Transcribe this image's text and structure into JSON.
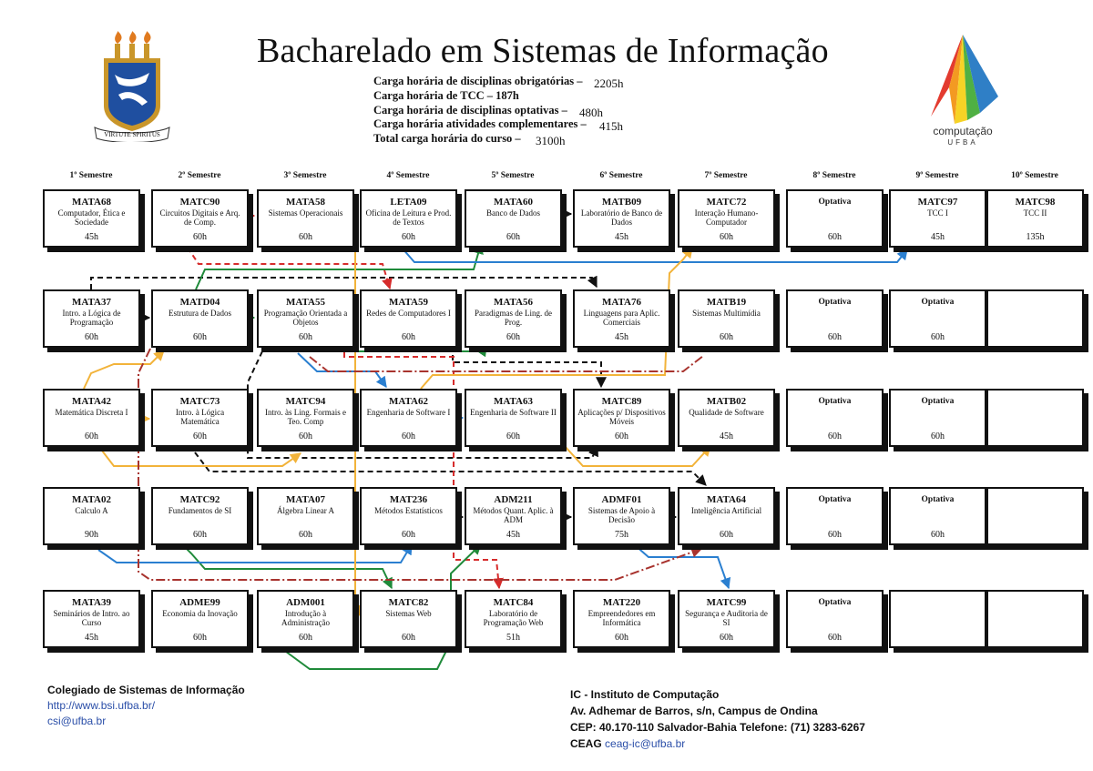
{
  "header": {
    "title": "Bacharelado em Sistemas de Informação",
    "hours": [
      {
        "label": "Carga horária de disciplinas obrigatórias –",
        "value": "2205h"
      },
      {
        "label": "Carga horária de TCC – 187h",
        "value": ""
      },
      {
        "label": "Carga horária de disciplinas optativas –",
        "value": "480h"
      },
      {
        "label": "Carga horária atividades complementares –",
        "value": "415h"
      },
      {
        "label": "Total carga horária do curso –",
        "value": "3100h"
      }
    ]
  },
  "logos": {
    "ufba_motto": "VIRTUTE SPIRITUS",
    "ic_name": "computação",
    "ic_sub": "UFBA"
  },
  "semesters": [
    "1º Semestre",
    "2º Semestre",
    "3º Semestre",
    "4º Semestre",
    "5º Semestre",
    "6º Semestre",
    "7º Semestre",
    "8º Semestre",
    "9º Semestre",
    "10º Semestre"
  ],
  "courses": [
    {
      "code": "MATA68",
      "name": "Computador, Ética e Sociedade",
      "hours": "45h"
    },
    {
      "code": "MATC90",
      "name": "Circuitos Digitais e Arq. de Comp.",
      "hours": "60h"
    },
    {
      "code": "MATA58",
      "name": "Sistemas Operacionais",
      "hours": "60h"
    },
    {
      "code": "LETA09",
      "name": "Oficina de Leitura e Prod. de Textos",
      "hours": "60h"
    },
    {
      "code": "MATA60",
      "name": "Banco de Dados",
      "hours": "60h"
    },
    {
      "code": "MATB09",
      "name": "Laboratório de Banco de Dados",
      "hours": "45h"
    },
    {
      "code": "MATC72",
      "name": "Interação Humano-Computador",
      "hours": "60h"
    },
    {
      "code": "Optativa",
      "name": "",
      "hours": "60h"
    },
    {
      "code": "MATC97",
      "name": "TCC I",
      "hours": "45h"
    },
    {
      "code": "MATC98",
      "name": "TCC II",
      "hours": "135h"
    },
    {
      "code": "MATA37",
      "name": "Intro. a Lógica de Programação",
      "hours": "60h"
    },
    {
      "code": "MATD04",
      "name": "Estrutura de Dados",
      "hours": "60h"
    },
    {
      "code": "MATA55",
      "name": "Programação Orientada a Objetos",
      "hours": "60h"
    },
    {
      "code": "MATA59",
      "name": "Redes de Computadores I",
      "hours": "60h"
    },
    {
      "code": "MATA56",
      "name": "Paradigmas de Ling. de Prog.",
      "hours": "60h"
    },
    {
      "code": "MATA76",
      "name": "Linguagens para Aplic. Comerciais",
      "hours": "45h"
    },
    {
      "code": "MATB19",
      "name": "Sistemas Multimídia",
      "hours": "60h"
    },
    {
      "code": "Optativa",
      "name": "",
      "hours": "60h"
    },
    {
      "code": "Optativa",
      "name": "",
      "hours": "60h"
    },
    {
      "code": "",
      "name": "",
      "hours": ""
    },
    {
      "code": "MATA42",
      "name": "Matemática Discreta I",
      "hours": "60h"
    },
    {
      "code": "MATC73",
      "name": "Intro. à Lógica Matemática",
      "hours": "60h"
    },
    {
      "code": "MATC94",
      "name": "Intro. às Ling. Formais e Teo. Comp",
      "hours": "60h"
    },
    {
      "code": "MATA62",
      "name": "Engenharia de Software I",
      "hours": "60h"
    },
    {
      "code": "MATA63",
      "name": "Engenharia de Software II",
      "hours": "60h"
    },
    {
      "code": "MATC89",
      "name": "Aplicações p/ Dispositivos Móveis",
      "hours": "60h"
    },
    {
      "code": "MATB02",
      "name": "Qualidade de Software",
      "hours": "45h"
    },
    {
      "code": "Optativa",
      "name": "",
      "hours": "60h"
    },
    {
      "code": "Optativa",
      "name": "",
      "hours": "60h"
    },
    {
      "code": "",
      "name": "",
      "hours": ""
    },
    {
      "code": "MATA02",
      "name": "Calculo A",
      "hours": "90h"
    },
    {
      "code": "MATC92",
      "name": "Fundamentos de SI",
      "hours": "60h"
    },
    {
      "code": "MATA07",
      "name": "Álgebra Linear A",
      "hours": "60h"
    },
    {
      "code": "MAT236",
      "name": "Métodos Estatísticos",
      "hours": "60h"
    },
    {
      "code": "ADM211",
      "name": "Métodos Quant. Aplic. à ADM",
      "hours": "45h"
    },
    {
      "code": "ADMF01",
      "name": "Sistemas de Apoio à Decisão",
      "hours": "75h"
    },
    {
      "code": "MATA64",
      "name": "Inteligência Artificial",
      "hours": "60h"
    },
    {
      "code": "Optativa",
      "name": "",
      "hours": "60h"
    },
    {
      "code": "Optativa",
      "name": "",
      "hours": "60h"
    },
    {
      "code": "",
      "name": "",
      "hours": ""
    },
    {
      "code": "MATA39",
      "name": "Seminários de Intro. ao Curso",
      "hours": "45h"
    },
    {
      "code": "ADME99",
      "name": "Economia da Inovação",
      "hours": "60h"
    },
    {
      "code": "ADM001",
      "name": "Introdução à Administração",
      "hours": "60h"
    },
    {
      "code": "MATC82",
      "name": "Sistemas Web",
      "hours": "60h"
    },
    {
      "code": "MATC84",
      "name": "Laboratório de Programação Web",
      "hours": "51h"
    },
    {
      "code": "MAT220",
      "name": "Empreendedores em Informática",
      "hours": "60h"
    },
    {
      "code": "MATC99",
      "name": "Segurança e Auditoria de SI",
      "hours": "60h"
    },
    {
      "code": "Optativa",
      "name": "",
      "hours": "60h"
    },
    {
      "code": "",
      "name": "",
      "hours": ""
    },
    {
      "code": "",
      "name": "",
      "hours": ""
    }
  ],
  "colors": {
    "black": "#111111",
    "red": "#d62c2c",
    "green": "#1f8a3a",
    "blue": "#2a7fd0",
    "yellow": "#f2b33a",
    "darkred": "#a8332e"
  },
  "footer": {
    "left_title": "Colegiado de Sistemas de Informação",
    "left_url": "http://www.bsi.ufba.br/",
    "left_email": "csi@ufba.br",
    "right_title": "IC - Instituto de Computação",
    "right_address": "Av. Adhemar de Barros, s/n, Campus de Ondina",
    "right_cep": "CEP: 40.170-110 Salvador-Bahia Telefone: (71) 3283-6267",
    "right_ceag_label": "CEAG",
    "right_ceag_email": "ceag-ic@ufba.br"
  }
}
